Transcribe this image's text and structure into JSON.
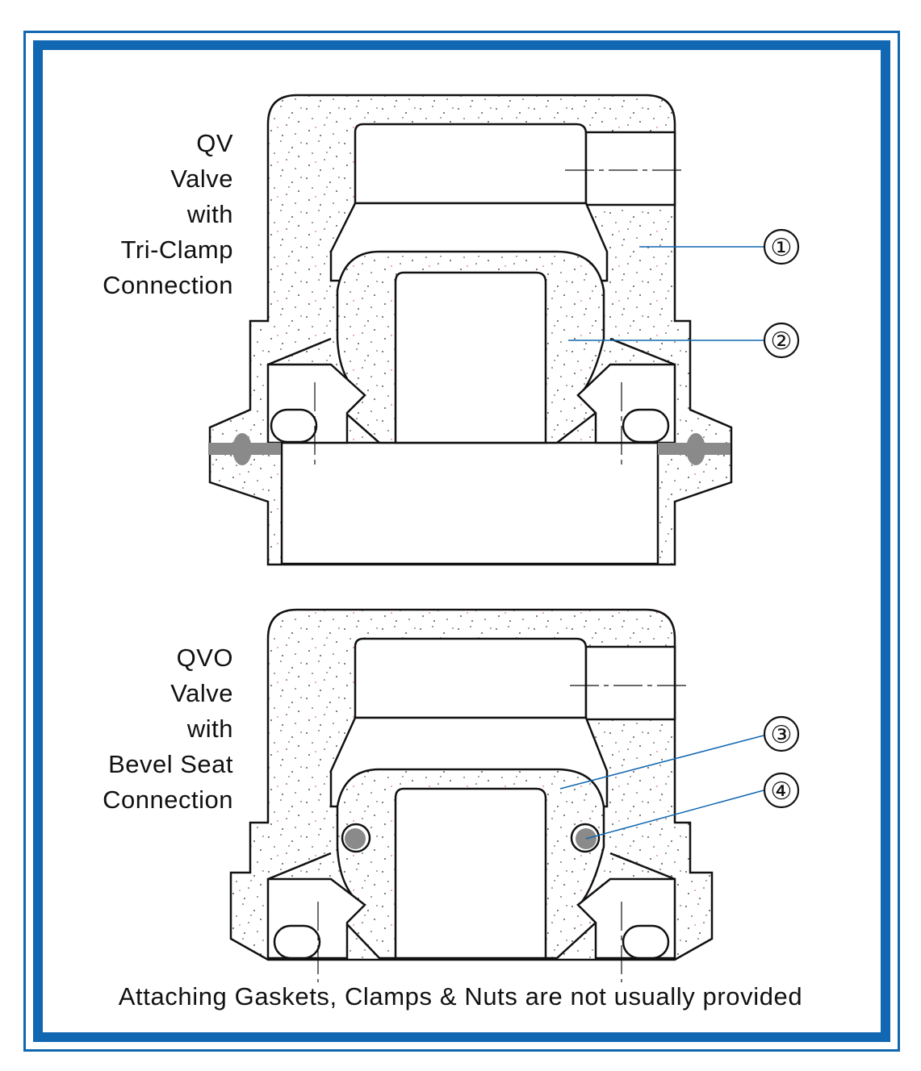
{
  "labels": {
    "qv": [
      "QV",
      "Valve",
      "with",
      "Tri-Clamp",
      "Connection"
    ],
    "qvo": [
      "QVO",
      "Valve",
      "with",
      "Bevel Seat",
      "Connection"
    ]
  },
  "callouts": [
    "①",
    "②",
    "③",
    "④"
  ],
  "caption": "Attaching Gaskets, Clamps & Nuts are not usually provided",
  "colors": {
    "frame": "#1167b1",
    "line": "#111111",
    "callout_line": "#1167b1",
    "gasket": "#8a8a8a"
  }
}
